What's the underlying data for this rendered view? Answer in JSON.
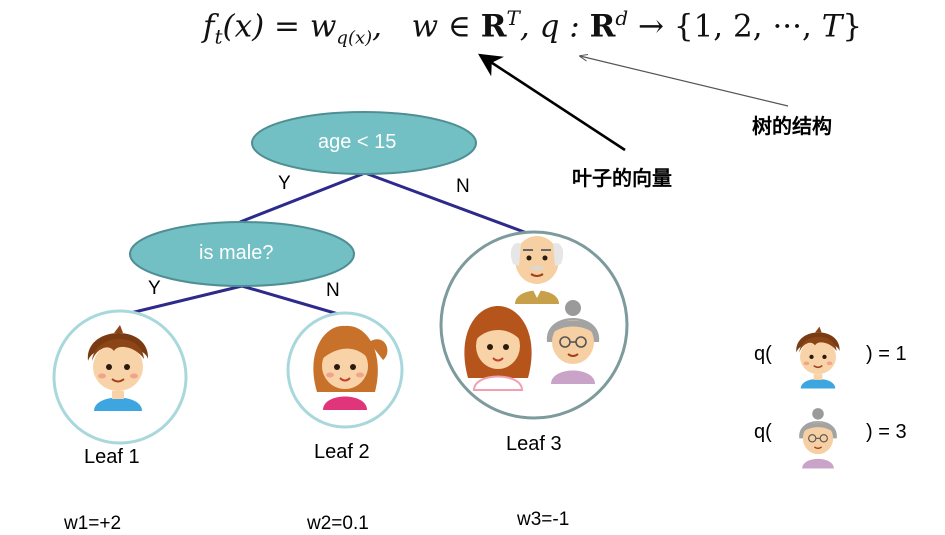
{
  "formula": {
    "text": "f_t(x) = w_q(x), w ∈ R^T, q : R^d → {1,2,···,T}",
    "f": "f",
    "t": "t",
    "x": "(x) = w",
    "qx": "q(x)",
    "comma": ",",
    "w": "w ∈ ",
    "R": "R",
    "T": "T",
    "q": ", q : ",
    "R2": "R",
    "d": "d",
    "arrow": " → {1, 2, ···, ",
    "T2": "T",
    "close": "}"
  },
  "annotations": {
    "tree_structure": "树的结构",
    "leaf_vector": "叶子的向量"
  },
  "tree": {
    "root": {
      "label": "age < 15"
    },
    "root_yes": "Y",
    "root_no": "N",
    "child": {
      "label": "is male?"
    },
    "child_yes": "Y",
    "child_no": "N",
    "leaves": [
      {
        "label": "Leaf 1",
        "weight": "w1=+2",
        "people": [
          "boy-icon"
        ]
      },
      {
        "label": "Leaf 2",
        "weight": "w2=0.1",
        "people": [
          "girl-icon"
        ]
      },
      {
        "label": "Leaf 3",
        "weight": "w3=-1",
        "people": [
          "grandpa-icon",
          "woman-icon",
          "grandma-icon"
        ]
      }
    ]
  },
  "q_examples": [
    {
      "prefix": "q(",
      "suffix": ") = 1",
      "icon": "boy-icon"
    },
    {
      "prefix": "q(",
      "suffix": ") = 3",
      "icon": "grandma-icon"
    }
  ],
  "colors": {
    "node_fill": "#72bfc4",
    "node_stroke": "#4f8f94",
    "edge": "#2e2a8c",
    "leaf_ring_light": "#a8d8dc",
    "leaf_ring_dark": "#7d9a9c"
  }
}
